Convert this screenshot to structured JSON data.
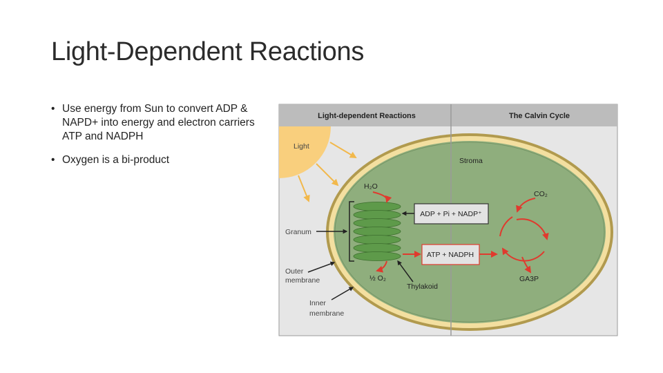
{
  "slide": {
    "title": "Light-Dependent Reactions",
    "bullets": [
      "Use energy from Sun to convert ADP & NAPD+ into energy and electron carriers ATP and NADPH",
      "Oxygen is a bi-product"
    ]
  },
  "diagram": {
    "header_left": "Light-dependent Reactions",
    "header_right": "The Calvin Cycle",
    "light": "Light",
    "stroma": "Stroma",
    "h2o": "H₂O",
    "co2": "CO₂",
    "adp_box": "ADP + Pi + NADP⁺",
    "atp_box": "ATP + NADPH",
    "granum": "Granum",
    "outer_membrane_1": "Outer",
    "outer_membrane_2": "membrane",
    "inner_membrane_1": "Inner",
    "inner_membrane_2": "membrane",
    "half_o2": "½ O₂",
    "thylakoid": "Thylakoid",
    "ga3p": "GA3P",
    "colors": {
      "panel_bg": "#e6e6e6",
      "header_bg": "#bcbcbc",
      "outer_membrane": "#b19a4e",
      "intermembrane": "#f3dfa0",
      "stroma": "#8fae7d",
      "thylakoid": "#5e9a4a",
      "red_arrow": "#e03a2e",
      "sun": "#f9cf7d",
      "ray": "#f2b84b"
    }
  }
}
